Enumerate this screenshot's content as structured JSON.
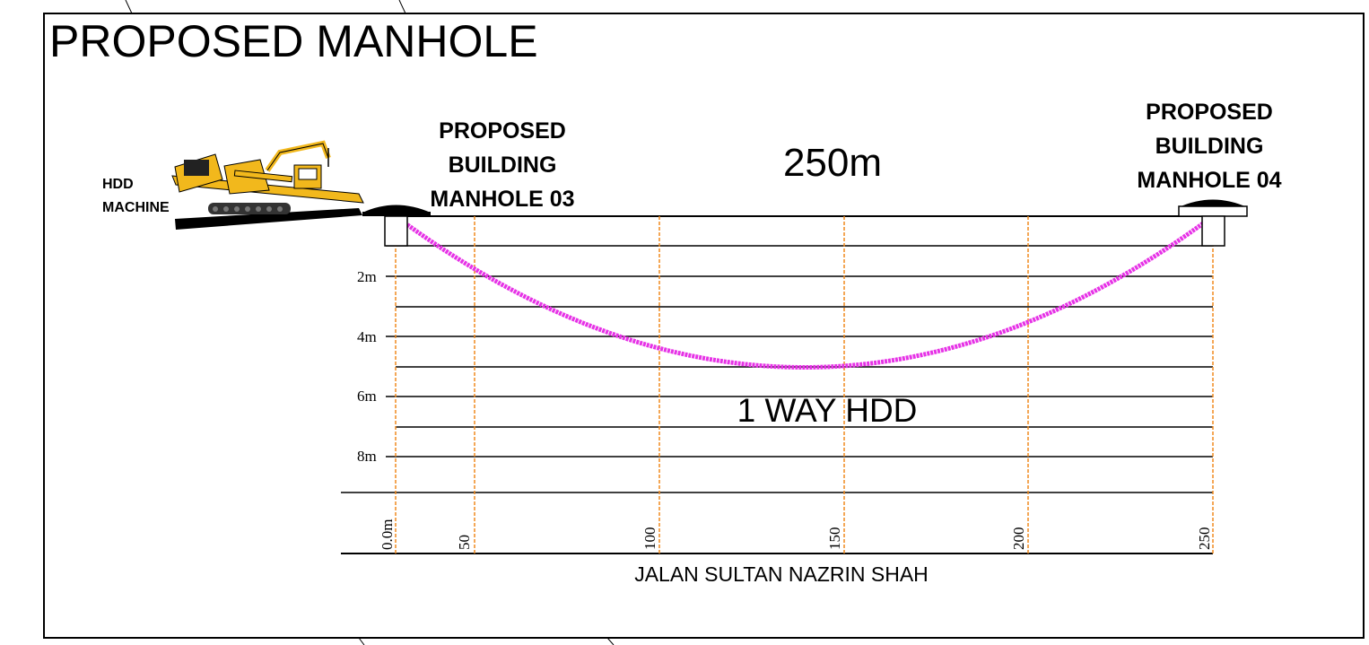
{
  "title": "PROPOSED MANHOLE",
  "machine": {
    "label_line1": "HDD",
    "label_line2": "MACHINE"
  },
  "manhole_start": {
    "line1": "PROPOSED",
    "line2": "BUILDING",
    "line3": "MANHOLE 03"
  },
  "manhole_end": {
    "line1": "PROPOSED",
    "line2": "BUILDING",
    "line3": "MANHOLE 04"
  },
  "span_label": "250m",
  "bore_label": "1 WAY HDD",
  "road_label": "JALAN SULTAN NAZRIN SHAH",
  "depth_labels": [
    "2m",
    "4m",
    "6m",
    "8m"
  ],
  "chainage_labels": [
    "0.0m",
    "50",
    "100",
    "150",
    "200",
    "250"
  ],
  "colors": {
    "bore_path": "#e632e6",
    "chainage_lines": "#f08a1e",
    "machine_body": "#f2b81c",
    "outline": "#000000"
  }
}
